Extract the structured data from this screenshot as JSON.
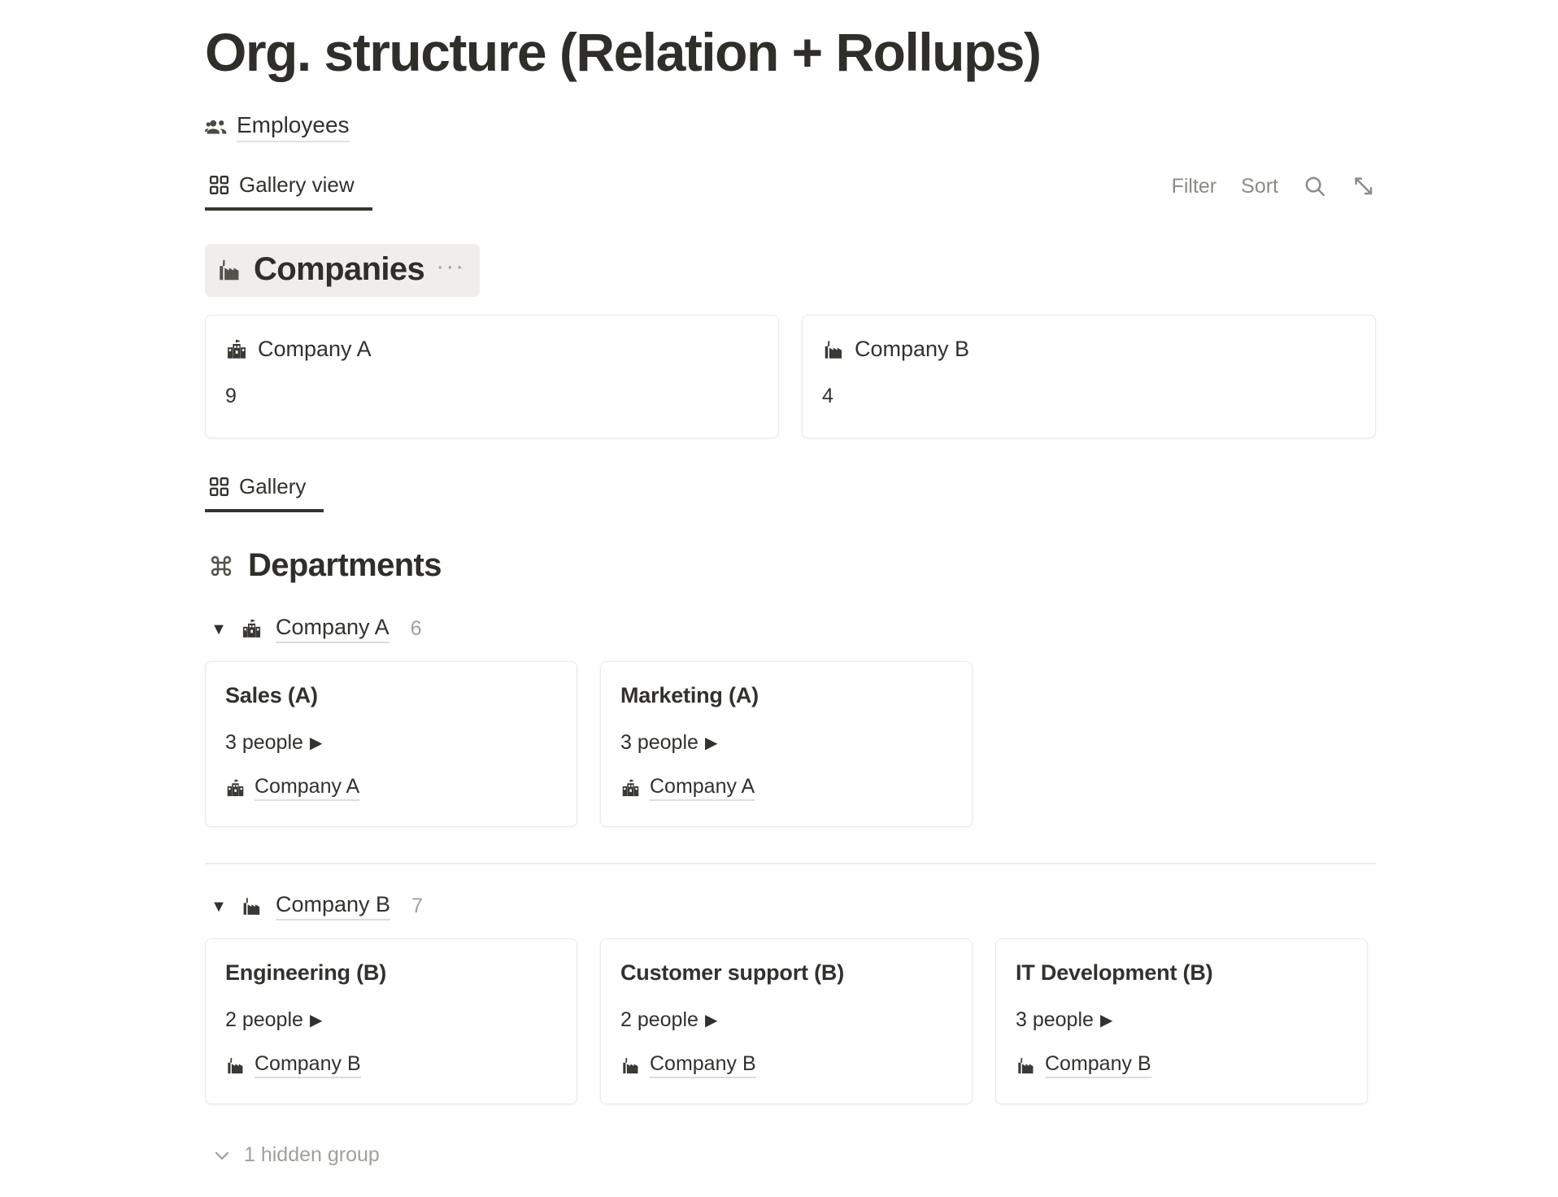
{
  "page": {
    "title": "Org. structure (Relation + Rollups)"
  },
  "collection": {
    "icon": "people-icon",
    "label": "Employees"
  },
  "toolbar": {
    "view_tab": {
      "icon": "gallery-grid-icon",
      "label": "Gallery view"
    },
    "actions": [
      {
        "name": "filter",
        "label": "Filter"
      },
      {
        "name": "sort",
        "label": "Sort"
      },
      {
        "name": "search",
        "label": "search-icon"
      },
      {
        "name": "expand",
        "label": "expand-icon"
      }
    ]
  },
  "companies_section": {
    "icon": "factory-icon",
    "title": "Companies",
    "more_label": "···",
    "cards": [
      {
        "icon": "school-building-icon",
        "title": "Company A",
        "count": "9"
      },
      {
        "icon": "factory-icon",
        "title": "Company B",
        "count": "4"
      }
    ]
  },
  "departments_view": {
    "tab": {
      "icon": "gallery-grid-icon",
      "label": "Gallery"
    },
    "icon": "command-icon",
    "title": "Departments",
    "groups": [
      {
        "caret": "▼",
        "icon": "school-building-icon",
        "name": "Company A",
        "count": "6",
        "cards": [
          {
            "name": "Sales (A)",
            "people": "3 people",
            "people_arrow": "▶",
            "relation_icon": "school-building-icon",
            "relation": "Company A"
          },
          {
            "name": "Marketing (A)",
            "people": "3 people",
            "people_arrow": "▶",
            "relation_icon": "school-building-icon",
            "relation": "Company A"
          }
        ]
      },
      {
        "caret": "▼",
        "icon": "factory-icon",
        "name": "Company B",
        "count": "7",
        "cards": [
          {
            "name": "Engineering (B)",
            "people": "2 people",
            "people_arrow": "▶",
            "relation_icon": "factory-icon",
            "relation": "Company B"
          },
          {
            "name": "Customer support (B)",
            "people": "2 people",
            "people_arrow": "▶",
            "relation_icon": "factory-icon",
            "relation": "Company B"
          },
          {
            "name": "IT Development (B)",
            "people": "3 people",
            "people_arrow": "▶",
            "relation_icon": "factory-icon",
            "relation": "Company B"
          }
        ]
      }
    ],
    "hidden_group": {
      "chevron": "chevron-down-icon",
      "label": "1 hidden group"
    }
  },
  "colors": {
    "text": "#33312e",
    "muted": "#a3a09b",
    "border": "#eceae7",
    "highlight": "#efeeec"
  }
}
